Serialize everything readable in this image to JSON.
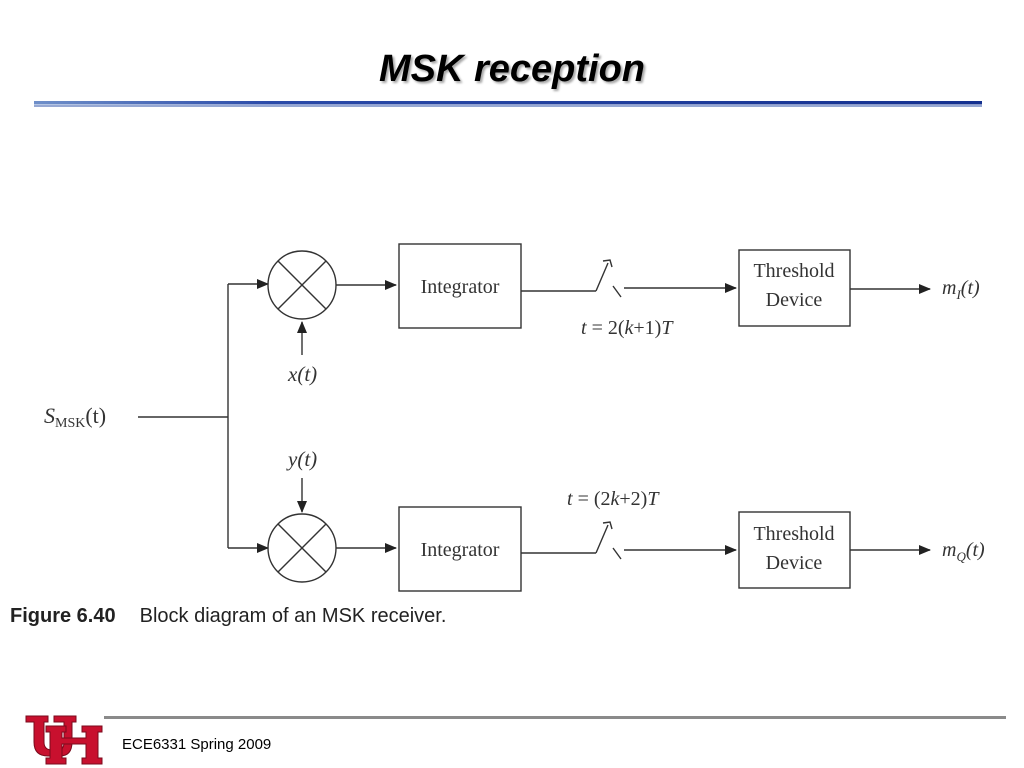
{
  "slide": {
    "title": "MSK reception",
    "footer": "ECE6331 Spring 2009"
  },
  "diagram": {
    "input_label": "S",
    "input_sub": "MSK",
    "input_arg": "(t)",
    "top": {
      "multiplier_input": "x(t)",
      "integrator": "Integrator",
      "sample_lhs": "t",
      "sample_rhs": " = 2(",
      "sample_k": "k",
      "sample_tail": "+1)",
      "sample_T": "T",
      "threshold_line1": "Threshold",
      "threshold_line2": "Device",
      "output_m": "m",
      "output_sub": "I",
      "output_arg": "(t)"
    },
    "bottom": {
      "multiplier_input": "y(t)",
      "integrator": "Integrator",
      "sample_lhs": "t",
      "sample_rhs": " = (2",
      "sample_k": "k",
      "sample_tail": "+2)",
      "sample_T": "T",
      "threshold_line1": "Threshold",
      "threshold_line2": "Device",
      "output_m": "m",
      "output_sub": "Q",
      "output_arg": "(t)"
    }
  },
  "caption": {
    "number": "Figure 6.40",
    "text": "Block diagram of an MSK receiver."
  },
  "colors": {
    "title_rule": "#1f3a93",
    "logo_red": "#c8102e"
  }
}
